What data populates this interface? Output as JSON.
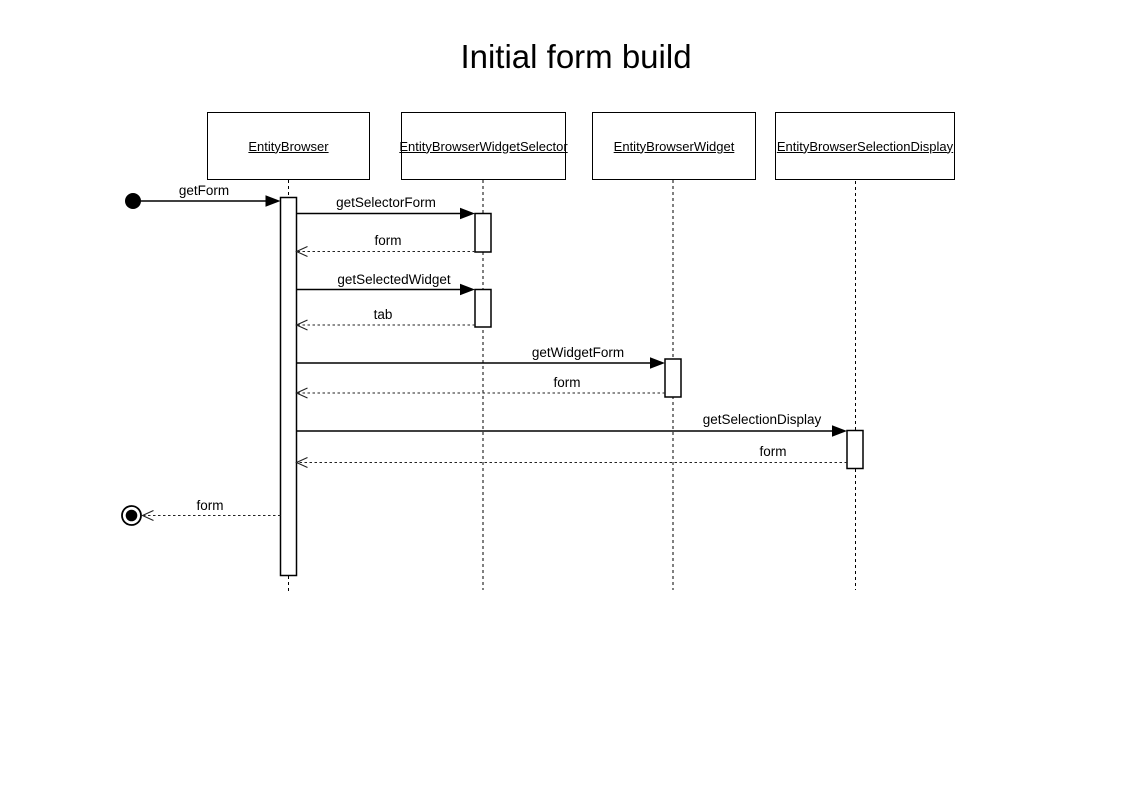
{
  "title": "Initial form build",
  "participants": [
    {
      "name": "EntityBrowser"
    },
    {
      "name": "EntityBrowserWidgetSelector"
    },
    {
      "name": "EntityBrowserWidget"
    },
    {
      "name": "EntityBrowserSelectionDisplay"
    }
  ],
  "messages": [
    {
      "label": "getForm",
      "kind": "call",
      "from": "start",
      "to": "EntityBrowser"
    },
    {
      "label": "getSelectorForm",
      "kind": "call",
      "from": "EntityBrowser",
      "to": "EntityBrowserWidgetSelector"
    },
    {
      "label": "form",
      "kind": "return",
      "from": "EntityBrowserWidgetSelector",
      "to": "EntityBrowser"
    },
    {
      "label": "getSelectedWidget",
      "kind": "call",
      "from": "EntityBrowser",
      "to": "EntityBrowserWidgetSelector"
    },
    {
      "label": "tab",
      "kind": "return",
      "from": "EntityBrowserWidgetSelector",
      "to": "EntityBrowser"
    },
    {
      "label": "getWidgetForm",
      "kind": "call",
      "from": "EntityBrowser",
      "to": "EntityBrowserWidget"
    },
    {
      "label": "form",
      "kind": "return",
      "from": "EntityBrowserWidget",
      "to": "EntityBrowser"
    },
    {
      "label": "getSelectionDisplay",
      "kind": "call",
      "from": "EntityBrowser",
      "to": "EntityBrowserSelectionDisplay"
    },
    {
      "label": "form",
      "kind": "return",
      "from": "EntityBrowserSelectionDisplay",
      "to": "EntityBrowser"
    },
    {
      "label": "form",
      "kind": "return",
      "from": "EntityBrowser",
      "to": "end"
    }
  ],
  "colors": {
    "stroke": "#000000",
    "background": "#ffffff"
  }
}
